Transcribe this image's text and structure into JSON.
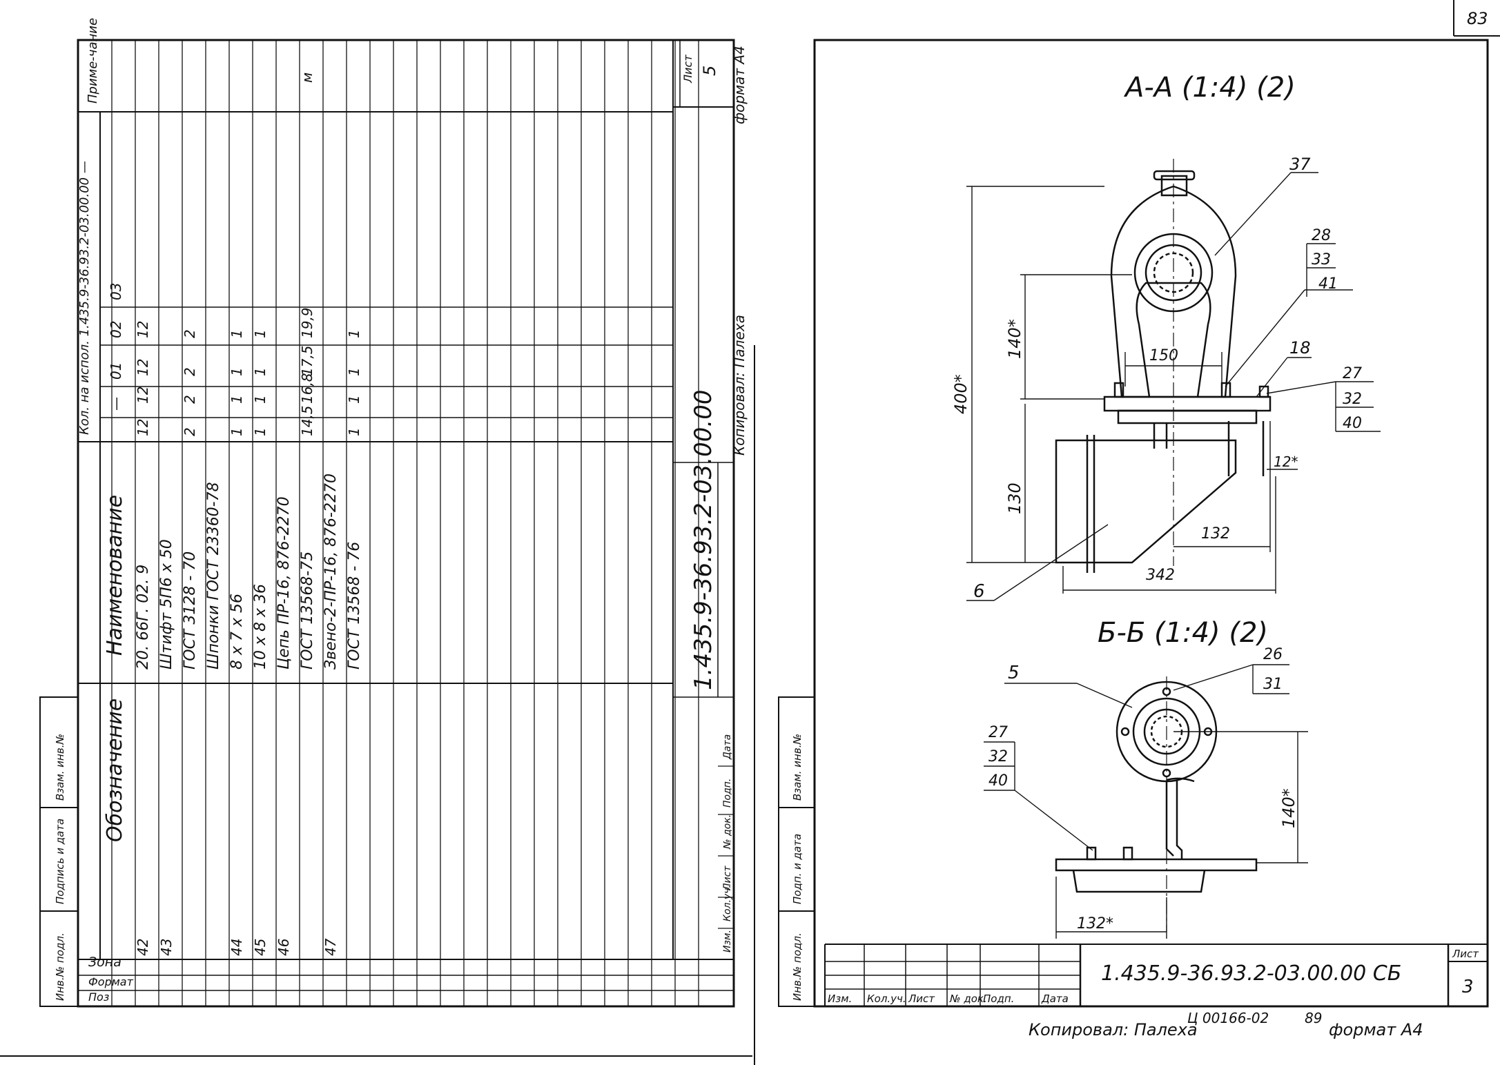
{
  "page": {
    "number": "83"
  },
  "left_sheet": {
    "headers": {
      "zona": "Зона",
      "poz": "Поз",
      "format": "Формат",
      "oboznachenie": "Обозначение",
      "naimenovanie": "Наименование",
      "kol_title": "Кол. на испол. 1.435.9-36.93.2-03.00.00 —",
      "kol_cols": [
        "—",
        "01",
        "02",
        "03"
      ],
      "primechanie": "Приме-чание"
    },
    "rows": [
      {
        "poz": "42",
        "name": "20. 66Г. 02. 9",
        "q": [
          "12",
          "12",
          "12",
          "12"
        ],
        "note": ""
      },
      {
        "poz": "43",
        "name": "Штифт 5П6 х 50",
        "q": [
          "",
          "",
          "",
          ""
        ],
        "note": ""
      },
      {
        "poz": "",
        "name": "ГОСТ 3128 - 70",
        "q": [
          "2",
          "2",
          "2",
          "2"
        ],
        "note": ""
      },
      {
        "poz": "",
        "name": "Шпонки ГОСТ 23360-78",
        "q": [
          "",
          "",
          "",
          ""
        ],
        "note": ""
      },
      {
        "poz": "44",
        "name": "8 х 7 х 56",
        "q": [
          "1",
          "1",
          "1",
          "1"
        ],
        "note": ""
      },
      {
        "poz": "45",
        "name": "10 х 8 х 36",
        "q": [
          "1",
          "1",
          "1",
          "1"
        ],
        "note": ""
      },
      {
        "poz": "46",
        "name": "Цепь ПР-16, 876-2270",
        "q": [
          "",
          "",
          "",
          ""
        ],
        "note": ""
      },
      {
        "poz": "",
        "name": "ГОСТ 13568-75",
        "q": [
          "14,5",
          "16,8",
          "17,5",
          "19,9"
        ],
        "note": "м"
      },
      {
        "poz": "47",
        "name": "Звено-2-ПР-16, 876-2270",
        "q": [
          "",
          "",
          "",
          ""
        ],
        "note": ""
      },
      {
        "poz": "",
        "name": "ГОСТ 13568 - 76",
        "q": [
          "1",
          "1",
          "1",
          "1"
        ],
        "note": ""
      }
    ],
    "side_stamp": [
      "Инв.№ подл.",
      "Подпись и дата",
      "Взам. инв.№"
    ],
    "title_block": {
      "code": "1.435.9-36.93.2-03.00.00",
      "sheet_label": "Лист",
      "sheet_no": "5",
      "cols": [
        "Изм.",
        "Кол.уч.",
        "Лист",
        "№ док.",
        "Подп.",
        "Дата"
      ]
    },
    "copied_by": "Копировал: Палеха",
    "format": "формат А4"
  },
  "right_sheet": {
    "section_aa": "А-А (1:4) (2)",
    "section_bb": "Б-Б (1:4) (2)",
    "dims_aa": [
      "400*",
      "140*",
      "150",
      "130",
      "132",
      "342",
      "12*"
    ],
    "callouts_aa": [
      "37",
      "28",
      "33",
      "41",
      "18",
      "27",
      "32",
      "40",
      "6"
    ],
    "dims_bb": [
      "140*",
      "132*"
    ],
    "callouts_bb": [
      "5",
      "26",
      "31",
      "27",
      "32",
      "40"
    ],
    "side_stamp": [
      "Инв.№ подл.",
      "Подп. и дата",
      "Взам. инв.№"
    ],
    "title_block": {
      "code": "1.435.9-36.93.2-03.00.00 СБ",
      "sheet_label": "Лист",
      "sheet_no": "3",
      "cols": [
        "Изм.",
        "Кол.уч.",
        "Лист",
        "№ док.",
        "Подп.",
        "Дата"
      ]
    },
    "order": "Ц 00166-02",
    "order_no": "89",
    "copied_by": "Копировал: Палеха",
    "format": "формат А4"
  }
}
